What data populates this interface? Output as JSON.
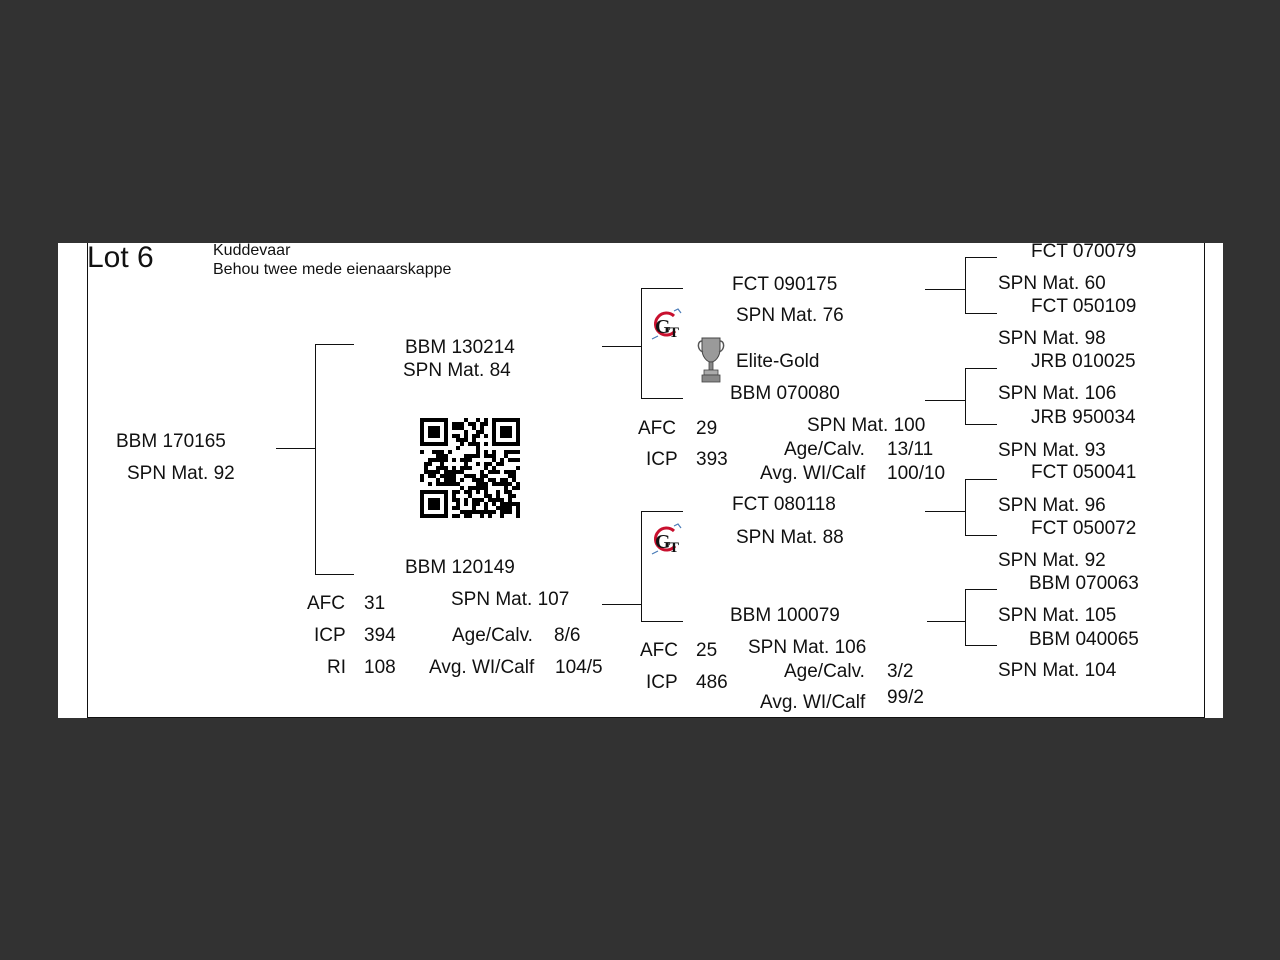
{
  "lot": {
    "title": "Lot 6",
    "line1": "Kuddevaar",
    "line2": "Behou twee mede eienaarskappe"
  },
  "subject": {
    "id": "BBM 170165",
    "spn": "SPN Mat. 92"
  },
  "sire": {
    "id": "BBM 130214",
    "spn": "SPN Mat. 84"
  },
  "dam": {
    "id": "BBM 120149",
    "spn": "SPN Mat. 107",
    "afc_label": "AFC",
    "afc": "31",
    "icp_label": "ICP",
    "icp": "394",
    "ri_label": "RI",
    "ri": "108",
    "age_label": "Age/Calv.",
    "age": "8/6",
    "wi_label": "Avg. WI/Calf",
    "wi": "104/5"
  },
  "sire_sire": {
    "id": "FCT 090175",
    "spn": "SPN Mat. 76"
  },
  "award": {
    "label": "Elite-Gold",
    "icon": "trophy-icon"
  },
  "sire_dam": {
    "id": "BBM 070080",
    "spn": "SPN Mat. 100",
    "afc_label": "AFC",
    "afc": "29",
    "icp_label": "ICP",
    "icp": "393",
    "age_label": "Age/Calv.",
    "age": "13/11",
    "wi_label": "Avg. WI/Calf",
    "wi": "100/10"
  },
  "dam_sire": {
    "id": "FCT 080118",
    "spn": "SPN Mat. 88"
  },
  "dam_dam": {
    "id": "BBM 100079",
    "spn": "SPN Mat. 106",
    "afc_label": "AFC",
    "afc": "25",
    "icp_label": "ICP",
    "icp": "486",
    "age_label": "Age/Calv.",
    "age": "3/2",
    "wi_label": "Avg. WI/Calf",
    "wi": "99/2"
  },
  "great_grandparents": [
    {
      "id": "FCT 070079",
      "spn": "SPN Mat. 60"
    },
    {
      "id": "FCT 050109",
      "spn": "SPN Mat. 98"
    },
    {
      "id": "JRB 010025",
      "spn": "SPN Mat. 106"
    },
    {
      "id": "JRB 950034",
      "spn": "SPN Mat. 93"
    },
    {
      "id": "FCT 050041",
      "spn": "SPN Mat. 96"
    },
    {
      "id": "FCT 050072",
      "spn": "SPN Mat. 92"
    },
    {
      "id": "BBM 070063",
      "spn": "SPN Mat. 105"
    },
    {
      "id": "BBM 040065",
      "spn": "SPN Mat. 104"
    }
  ],
  "icons": {
    "breeder_logo": "gt-logo-icon",
    "qr": "qr-code-icon"
  }
}
